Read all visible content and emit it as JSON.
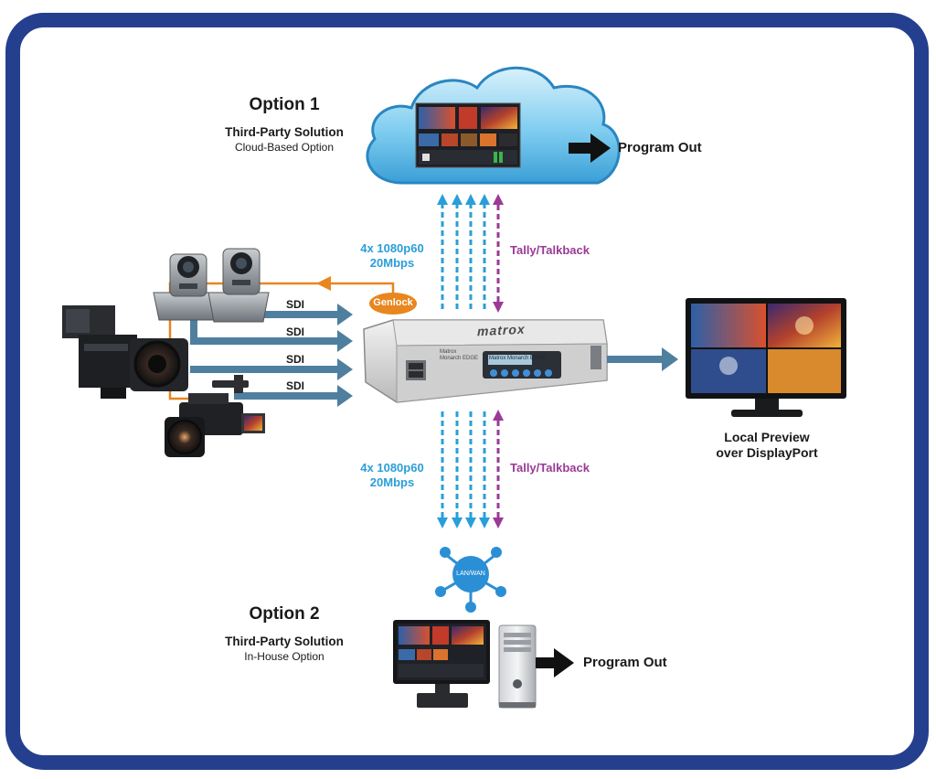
{
  "option1": {
    "title": "Option 1",
    "subtitle": "Third-Party Solution",
    "detail": "Cloud-Based Option",
    "output": "Program Out"
  },
  "option2": {
    "title": "Option 2",
    "subtitle": "Third-Party Solution",
    "detail": "In-House Option",
    "output": "Program Out"
  },
  "uplink": {
    "streams_line1": "4x 1080p60",
    "streams_line2": "20Mbps",
    "tally": "Tally/Talkback"
  },
  "downlink": {
    "streams_line1": "4x 1080p60",
    "streams_line2": "20Mbps",
    "tally": "Tally/Talkback"
  },
  "inputs": {
    "genlock": "Genlock",
    "sdi": [
      "SDI",
      "SDI",
      "SDI",
      "SDI"
    ]
  },
  "device": {
    "brand": "matrox",
    "lcd": "Matrox Monarch EDGE",
    "model_line1": "Matrox",
    "model_line2": "Monarch EDGE"
  },
  "network": {
    "label": "LAN/WAN"
  },
  "preview": {
    "line1": "Local Preview",
    "line2": "over DisplayPort"
  },
  "colors": {
    "frame": "#253f8f",
    "stream_blue": "#2a9ed8",
    "tally_purple": "#9a3a96",
    "sdi_arrow": "#4f7f9f",
    "genlock_orange": "#e8861f",
    "network_blue": "#2b8fd6"
  }
}
